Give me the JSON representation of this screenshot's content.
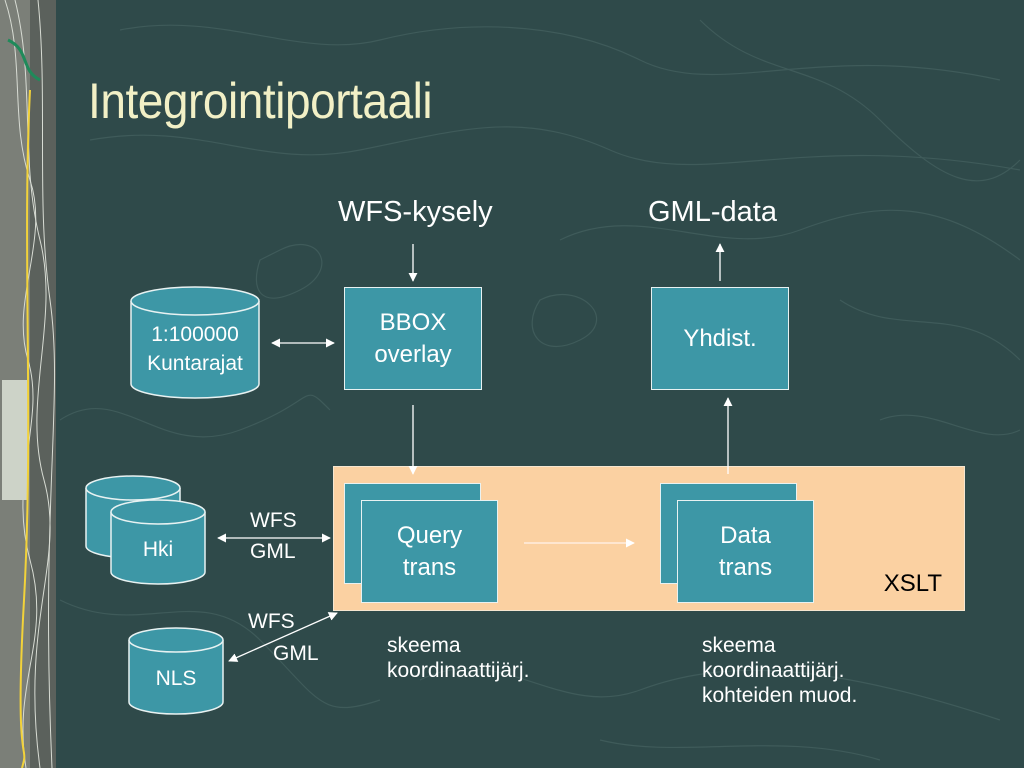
{
  "slide": {
    "title": "Integrointiportaali"
  },
  "flow": {
    "input_label": "WFS-kysely",
    "output_label": "GML-data"
  },
  "boxes": {
    "bbox_line1": "BBOX",
    "bbox_line2": "overlay",
    "merge": "Yhdist.",
    "query_line1": "Query",
    "query_line2": "trans",
    "data_line1": "Data",
    "data_line2": "trans",
    "xslt": "XSLT"
  },
  "databases": {
    "municipal_line1": "1:100000",
    "municipal_line2": "Kuntarajat",
    "hki": "Hki",
    "nls": "NLS"
  },
  "connectors": {
    "hki_wfs": "WFS",
    "hki_gml": "GML",
    "nls_wfs": "WFS",
    "nls_gml": "GML"
  },
  "notes": {
    "query_line1": "skeema",
    "query_line2": "koordinaattijärj.",
    "data_line1": "skeema",
    "data_line2": "koordinaattijärj.",
    "data_line3": "kohteiden muod."
  },
  "colors": {
    "background": "#2f4a4a",
    "box": "#3d97a6",
    "xslt_panel": "#fbd1a2",
    "title": "#f2f0c6"
  }
}
